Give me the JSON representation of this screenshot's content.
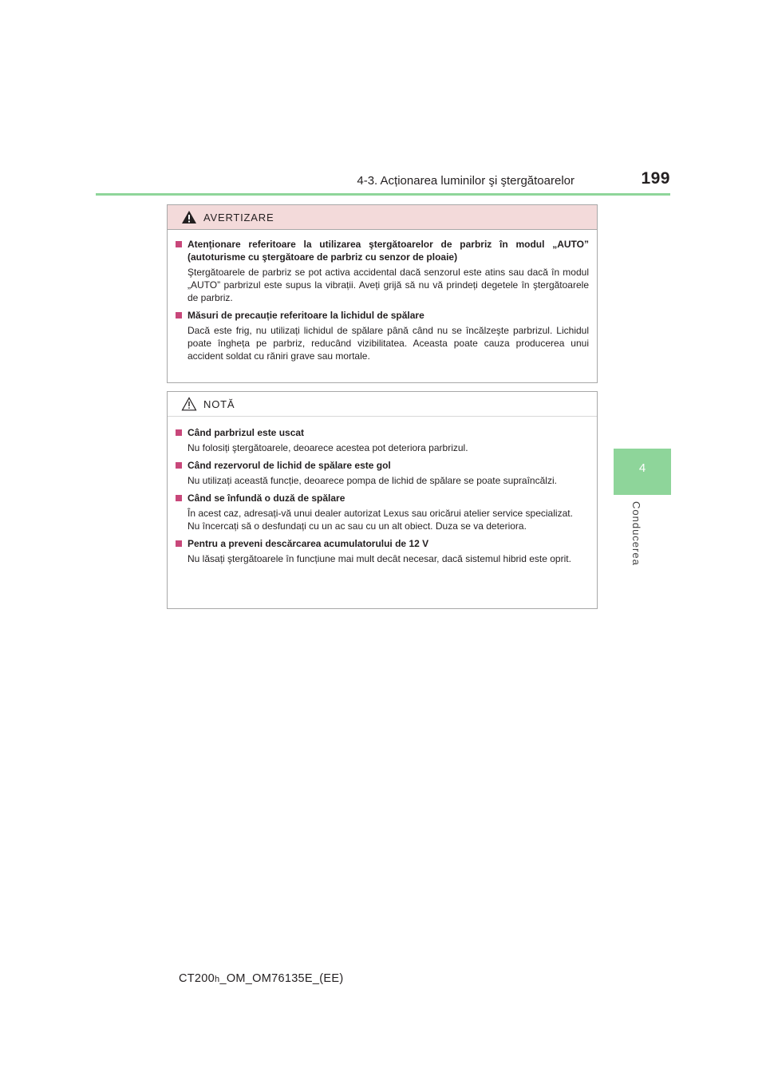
{
  "header": {
    "section_title": "4-3. Acționarea luminilor şi ştergătoarelor",
    "page_number": "199"
  },
  "side_tab": {
    "chapter_number": "4",
    "chapter_label": "Conducerea",
    "color": "#8ed59a"
  },
  "warning": {
    "title": "AVERTIZARE",
    "icon": "warning-triangle-icon",
    "items": [
      {
        "title": "Atenționare referitoare la utilizarea ştergătoarelor de parbriz în modul „AUTO” (autoturisme cu ştergătoare de parbriz cu senzor de ploaie)",
        "text": "Ştergătoarele de parbriz se pot activa accidental dacă senzorul este atins sau dacă în modul „AUTO” parbrizul este supus la vibrații. Aveți grijă să nu vă prindeți degetele în ştergătoarele de parbriz."
      },
      {
        "title": "Măsuri de precauție referitoare la lichidul de spălare",
        "text": "Dacă este frig, nu utilizați lichidul de spălare până când nu se încălzeşte parbrizul. Lichidul poate îngheța pe parbriz, reducând vizibilitatea. Aceasta poate cauza producerea unui accident soldat cu răniri grave sau mortale."
      }
    ]
  },
  "note": {
    "title": "NOTĂ",
    "icon": "caution-triangle-icon",
    "items": [
      {
        "title": "Când parbrizul este uscat",
        "text": "Nu folosiți ştergătoarele, deoarece acestea pot deteriora parbrizul."
      },
      {
        "title": "Când rezervorul de lichid de spălare este gol",
        "text": "Nu utilizați această funcție, deoarece pompa de lichid de spălare se poate supraîncălzi."
      },
      {
        "title": "Când se înfundă o duză de spălare",
        "text": "În acest caz, adresați-vă unui dealer autorizat Lexus sau oricărui atelier service specializat.",
        "text2": "Nu încercați să o desfundați cu un ac sau cu un alt obiect. Duza se va deteriora."
      },
      {
        "title": "Pentru a preveni descărcarea acumulatorului de 12 V",
        "text": "Nu lăsați ştergătoarele în funcțiune mai mult decât necesar, dacă sistemul hibrid este oprit."
      }
    ]
  },
  "footer": {
    "model_prefix": "CT200",
    "model_suffix": "h",
    "code": "_OM_OM76135E_(EE)"
  },
  "colors": {
    "accent_green": "#8ed59a",
    "bullet_pink": "#c8477a",
    "warning_header_bg": "#f3dada"
  }
}
